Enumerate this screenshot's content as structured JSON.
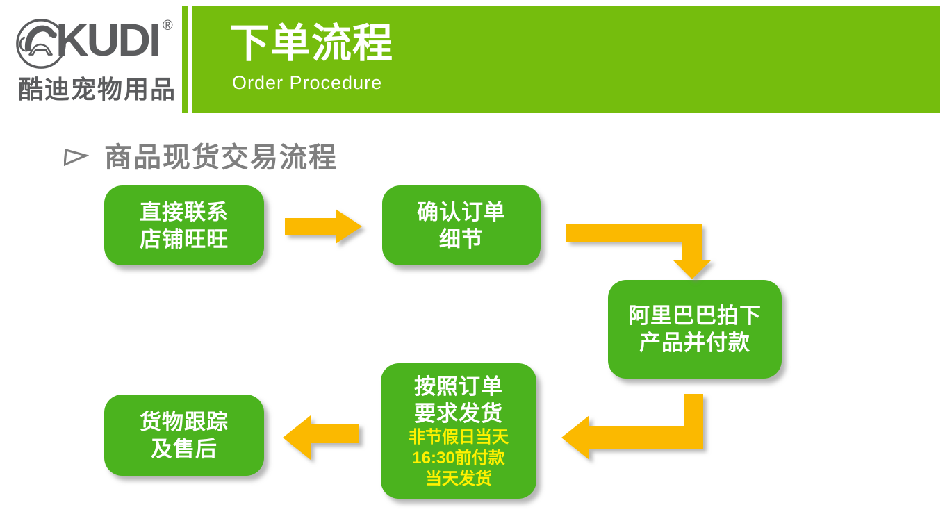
{
  "colors": {
    "banner-green": "#75BD0D",
    "box-green": "#4BB31E",
    "arrow-yellow": "#FBB900",
    "note-yellow": "#FFF100",
    "heading-gray": "#7F7F7F",
    "logo-gray": "#5B5C5E",
    "text-white": "#FFFFFF"
  },
  "brand": {
    "name": "KUDI",
    "registered": "®",
    "chinese": "酷迪宠物用品"
  },
  "banner": {
    "title": "下单流程",
    "subtitle": "Order Procedure"
  },
  "section": {
    "heading": "商品现货交易流程"
  },
  "flow": {
    "steps": [
      {
        "label": "step-1",
        "lines": [
          "直接联系",
          "店铺旺旺"
        ]
      },
      {
        "label": "step-2",
        "lines": [
          "确认订单",
          "细节"
        ]
      },
      {
        "label": "step-3",
        "lines": [
          "阿里巴巴拍下",
          "产品并付款"
        ]
      },
      {
        "label": "step-4",
        "lines": [
          "按照订单",
          "要求发货"
        ],
        "note": [
          "非节假日当天",
          "16:30前付款",
          "当天发货"
        ]
      },
      {
        "label": "step-5",
        "lines": [
          "货物跟踪",
          "及售后"
        ]
      }
    ],
    "arrows": [
      "right",
      "down-right",
      "down-left",
      "left"
    ]
  }
}
